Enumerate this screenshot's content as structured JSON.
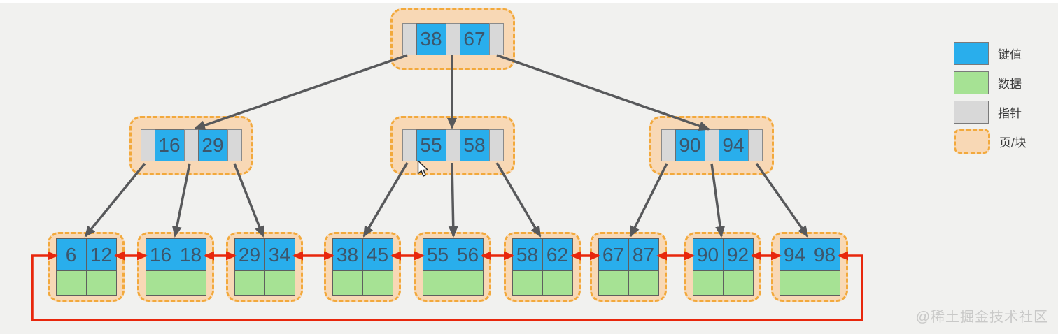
{
  "colors": {
    "canvas": "#f1f1ef",
    "key": "#29aeec",
    "data": "#a6e294",
    "pointer": "#d8d8d8",
    "page_fill": "#f8d8b5",
    "page_border": "#f2a93c",
    "tree_edge": "#58595b",
    "link_arrow": "#e8270c",
    "key_text": "#3c566c"
  },
  "legend": {
    "items": [
      {
        "name": "key",
        "label": "键值"
      },
      {
        "name": "data",
        "label": "数据"
      },
      {
        "name": "pointer",
        "label": "指针"
      },
      {
        "name": "page",
        "label": "页/块"
      }
    ]
  },
  "watermark": "@稀土掘金技术社区",
  "tree": {
    "type": "b-plus-tree",
    "root": {
      "keys": [
        "38",
        "67"
      ]
    },
    "internal_nodes": [
      {
        "keys": [
          "16",
          "29"
        ]
      },
      {
        "keys": [
          "55",
          "58"
        ]
      },
      {
        "keys": [
          "90",
          "94"
        ]
      }
    ],
    "leaf_nodes": [
      {
        "keys": [
          "6",
          "12"
        ]
      },
      {
        "keys": [
          "16",
          "18"
        ]
      },
      {
        "keys": [
          "29",
          "34"
        ]
      },
      {
        "keys": [
          "38",
          "45"
        ]
      },
      {
        "keys": [
          "55",
          "56"
        ]
      },
      {
        "keys": [
          "58",
          "62"
        ]
      },
      {
        "keys": [
          "67",
          "87"
        ]
      },
      {
        "keys": [
          "90",
          "92"
        ]
      },
      {
        "keys": [
          "94",
          "98"
        ]
      }
    ]
  }
}
